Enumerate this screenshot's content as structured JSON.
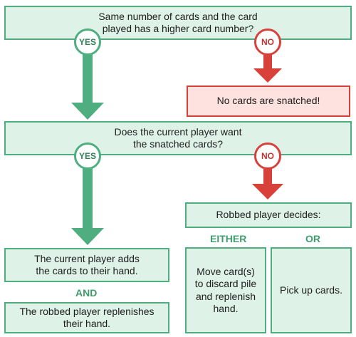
{
  "decision1": {
    "text": "Same number of cards and the card played has a higher card number?",
    "yes_label": "YES",
    "no_label": "NO"
  },
  "no_snatch": {
    "text": "No cards are snatched!"
  },
  "decision2": {
    "text": "Does the current player want the snatched cards?",
    "yes_label": "YES",
    "no_label": "NO"
  },
  "robbed_decides": {
    "text": "Robbed player decides:"
  },
  "labels": {
    "either": "EITHER",
    "or": "OR",
    "and": "AND"
  },
  "add_cards": {
    "text": "The current player adds the cards to their hand."
  },
  "replenish": {
    "text": "The robbed player replenishes their hand."
  },
  "move_cards": {
    "text": "Move card(s) to discard pile and replenish hand."
  },
  "pick_up": {
    "text": "Pick up cards."
  },
  "colors": {
    "green": "#4fae80",
    "green_fill": "#dff2e7",
    "red": "#d8403a",
    "red_fill": "#fde2df"
  }
}
